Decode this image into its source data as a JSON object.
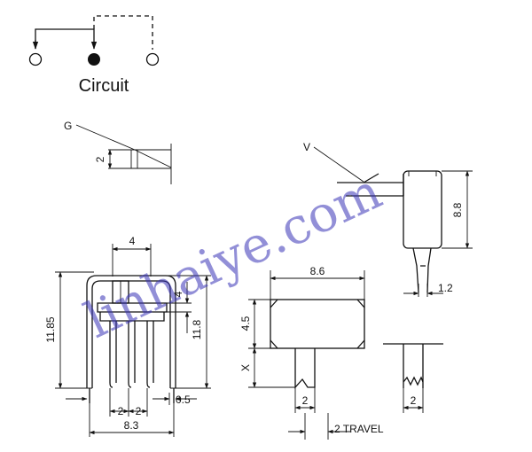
{
  "circuit": {
    "title": "Circuit"
  },
  "top_view": {
    "g_label": "G",
    "dim_g": "2"
  },
  "side_view": {
    "v_label": "V",
    "dim_height": "8.8",
    "dim_pin": "1.2"
  },
  "front_view": {
    "dim_top": "4",
    "dim_height_left": "11.85",
    "dim_height_right": "11.8",
    "dim_slot": "4",
    "dim_pitch_1": "2",
    "dim_pitch_2": "2",
    "dim_pin_width": "0.5",
    "dim_width": "8.3"
  },
  "actuator_view": {
    "dim_width": "8.6",
    "dim_height": "4.5",
    "dim_x": "X",
    "dim_lever": "2",
    "travel": "2 TRAVEL"
  },
  "lever_detail": {
    "dim_width": "2"
  },
  "watermark": {
    "text": "linhaiye.com"
  }
}
